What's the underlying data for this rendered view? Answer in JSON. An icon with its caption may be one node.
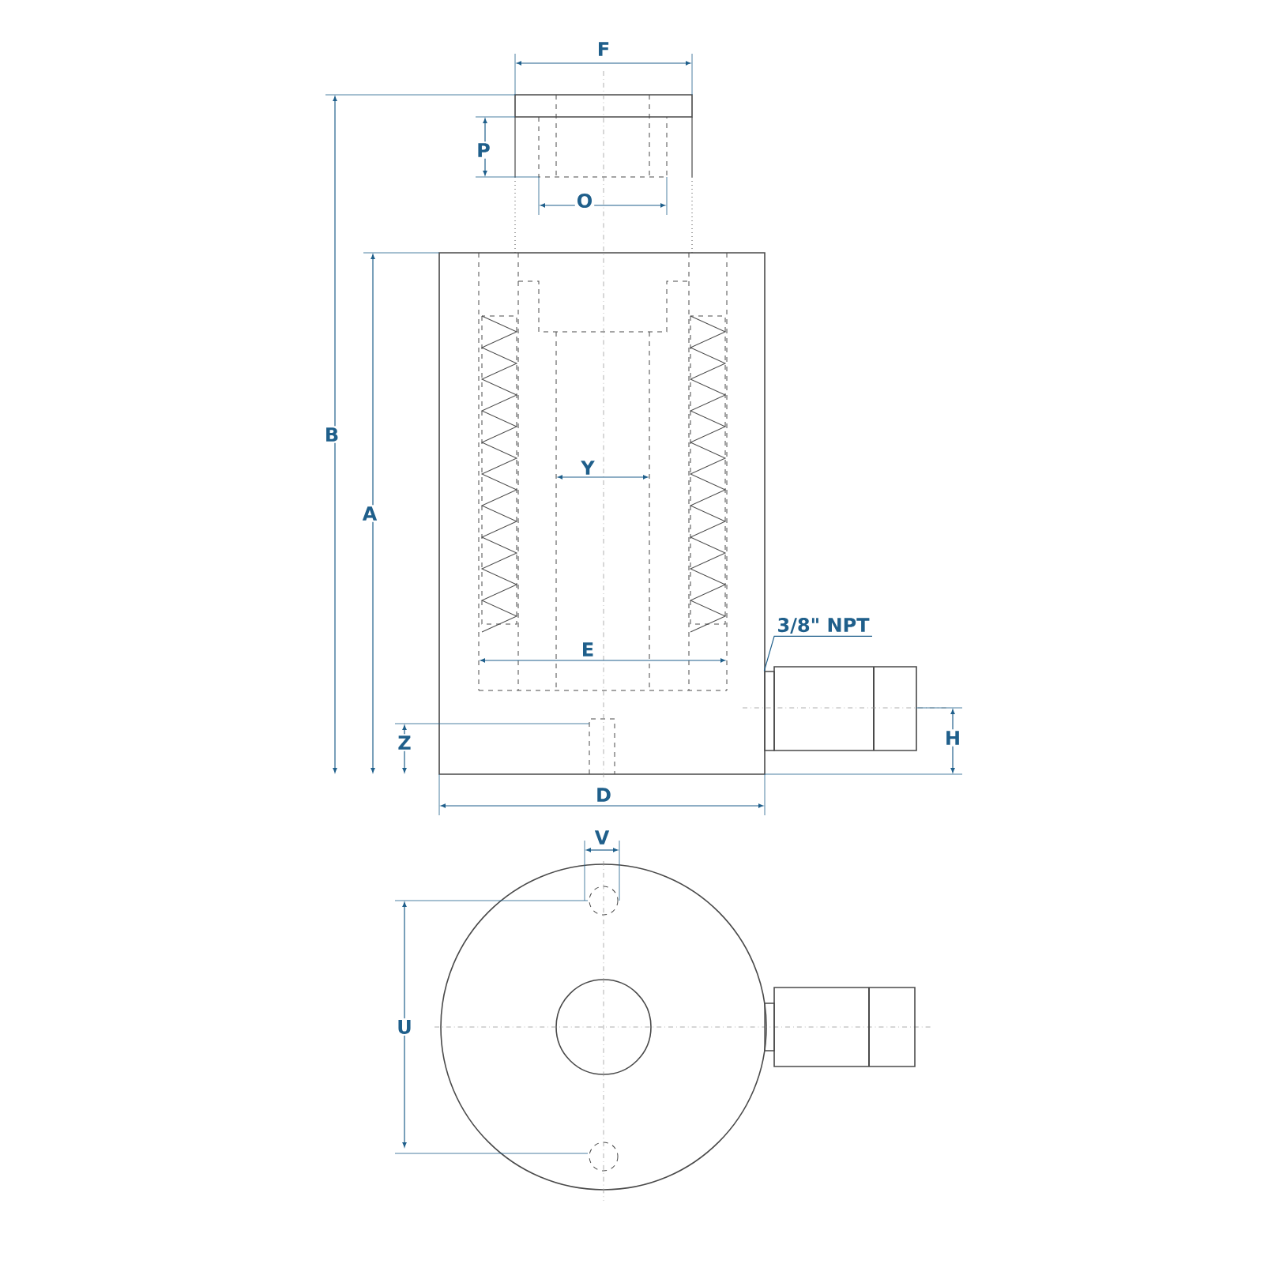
{
  "diagram": {
    "nodes": [
      {
        "text": [
          "3/8\" NPT"
        ]
      },
      {
        "text": [],
        "shape": "box"
      }
    ],
    "edges": [
      {
        "from": 0,
        "to": 1,
        "arrow": "none"
      }
    ],
    "labels": [
      "F",
      "P",
      "O",
      "B",
      "A",
      "Y",
      "E",
      "Z",
      "H",
      "D",
      "V",
      "U"
    ]
  }
}
